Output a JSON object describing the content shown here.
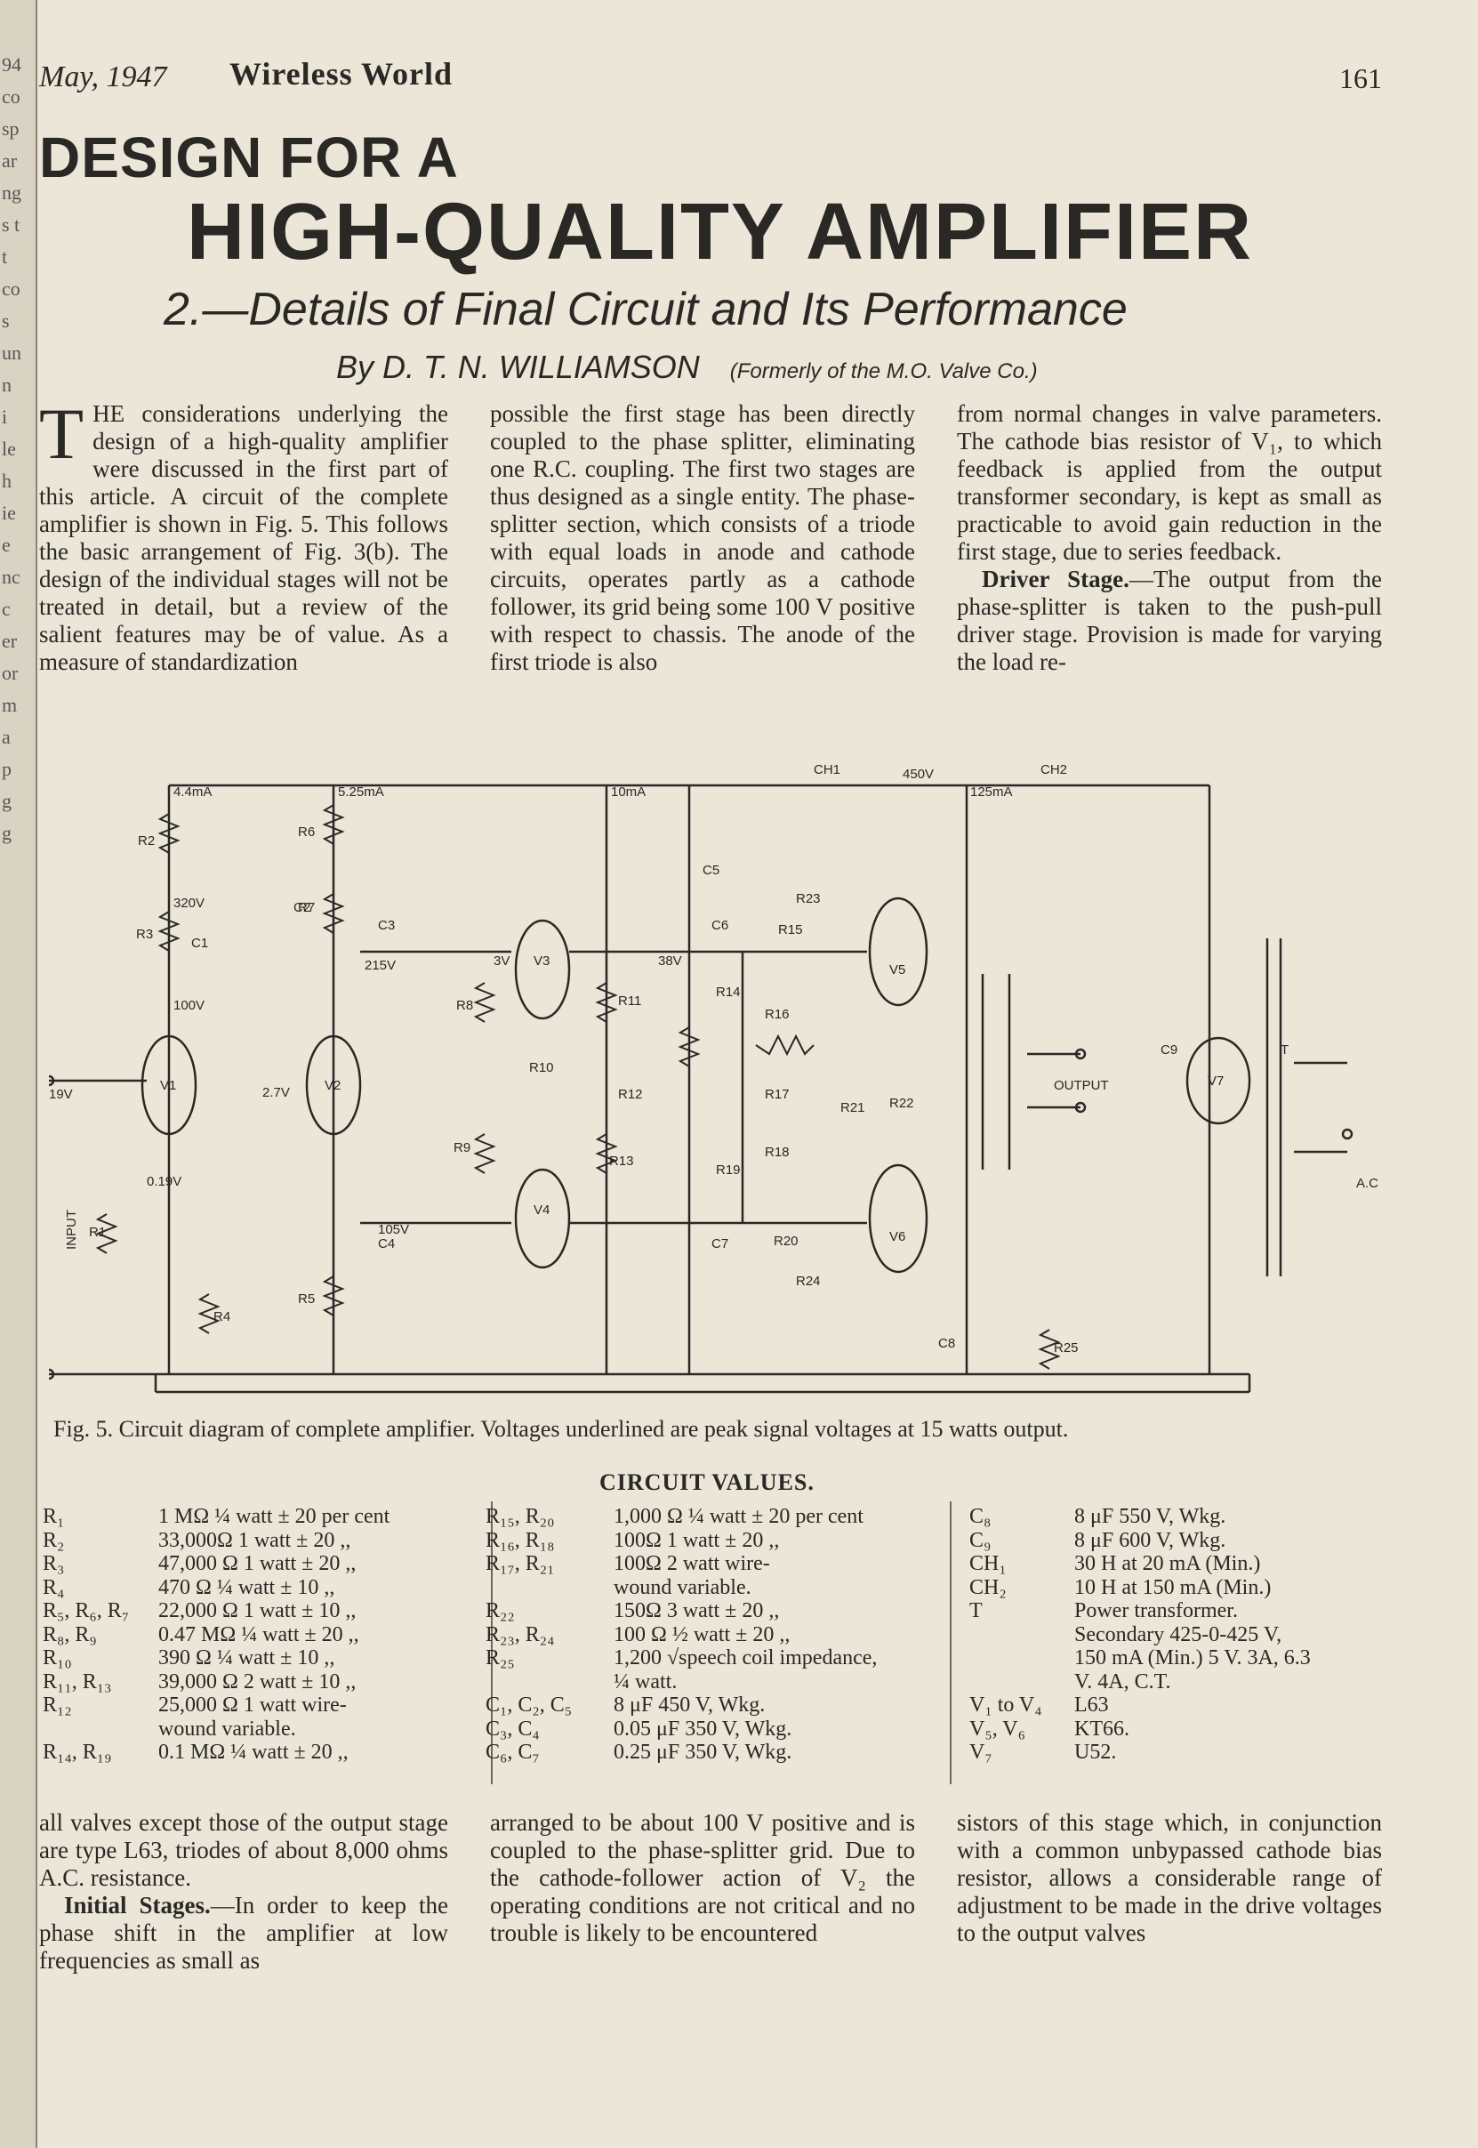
{
  "gutter": [
    "94",
    "co",
    "sp",
    "ar",
    "ng",
    "s t",
    "t",
    "co",
    "s",
    "un",
    "n",
    "i",
    "le",
    "h",
    "ie",
    "e",
    "nc",
    "c",
    "er",
    "or",
    "m",
    "a",
    "p",
    "g",
    "g"
  ],
  "header": {
    "date": "May, 1947",
    "magazine": "Wireless World",
    "page": "161"
  },
  "title": {
    "line1": "DESIGN FOR A",
    "line2": "HIGH-QUALITY AMPLIFIER",
    "subtitle": "2.—Details of Final Circuit and Its Performance",
    "byline": "By D. T. N. WILLIAMSON",
    "affiliation": "(Formerly of the M.O. Valve Co.)"
  },
  "body_top": {
    "col1_dropcap": "T",
    "col1": "HE considerations underlying the design of a high-quality amplifier were discussed in the first part of this article. A circuit of the complete amplifier is shown in Fig. 5. This follows the basic arrangement of Fig. 3(b). The design of the individual stages will not be treated in detail, but a review of the salient features may be of value. As a measure of standardization",
    "col2": "possible the first stage has been directly coupled to the phase splitter, eliminating one R.C. coupling. The first two stages are thus designed as a single entity. The phase-splitter section, which consists of a triode with equal loads in anode and cathode circuits, operates partly as a cathode follower, its grid being some 100 V positive with respect to chassis. The anode of the first triode is also",
    "col3a": "from normal changes in valve parameters. The cathode bias resistor of V₁, to which feedback is applied from the output transformer secondary, is kept as small as practicable to avoid gain reduction in the first stage, due to series feedback.",
    "col3b_head": "Driver Stage.",
    "col3b": "—The output from the phase-splitter is taken to the push-pull driver stage. Provision is made for varying the load re-"
  },
  "figure_labels": {
    "currents": [
      "4.4mA",
      "5.25mA",
      "10mA",
      "125mA"
    ],
    "chokes": [
      "CH1",
      "450V",
      "CH2"
    ],
    "voltages": [
      "320V",
      "215V",
      "100V",
      "19V",
      "2.7V",
      "0.19V",
      "3V",
      "38V",
      "105V"
    ],
    "resistors": [
      "R2",
      "R6",
      "R3",
      "R7",
      "R8",
      "R10",
      "R9",
      "R11",
      "R12",
      "R13",
      "R14",
      "R16",
      "R17",
      "R18",
      "R19",
      "R15",
      "R20",
      "R21",
      "R22",
      "R23",
      "R24",
      "R25",
      "R1",
      "R4",
      "R5"
    ],
    "capacitors": [
      "C5",
      "C2",
      "C3",
      "C1",
      "C6",
      "C4",
      "C7",
      "C8",
      "C9"
    ],
    "valves": [
      "V1",
      "V2",
      "V3",
      "V4",
      "V5",
      "V6",
      "V7"
    ],
    "misc": [
      "OUTPUT",
      "T",
      "A.C",
      "INPUT"
    ]
  },
  "caption": "Fig. 5. Circuit diagram of complete amplifier. Voltages underlined are peak signal voltages at 15 watts output.",
  "circuit_values": {
    "title": "CIRCUIT VALUES.",
    "col1": [
      [
        "R₁",
        "1 MΩ ¼ watt ± 20 per cent"
      ],
      [
        "R₂",
        "33,000Ω 1 watt ± 20 ,,"
      ],
      [
        "R₃",
        "47,000 Ω 1 watt ± 20 ,,"
      ],
      [
        "R₄",
        "470 Ω ¼ watt ± 10 ,,"
      ],
      [
        "R₅, R₆, R₇",
        "22,000 Ω 1 watt ± 10 ,,"
      ],
      [
        "R₈, R₉",
        "0.47 MΩ ¼ watt ± 20 ,,"
      ],
      [
        "R₁₀",
        "390 Ω ¼ watt ± 10 ,,"
      ],
      [
        "R₁₁, R₁₃",
        "39,000 Ω 2 watt ± 10 ,,"
      ],
      [
        "R₁₂",
        "25,000 Ω 1 watt wire-"
      ],
      [
        "",
        "wound variable."
      ],
      [
        "R₁₄, R₁₉",
        "0.1 MΩ ¼ watt ± 20 ,,"
      ]
    ],
    "col2": [
      [
        "R₁₅, R₂₀",
        "1,000 Ω ¼ watt ± 20 per cent"
      ],
      [
        "R₁₆, R₁₈",
        "100Ω 1 watt ± 20 ,,"
      ],
      [
        "R₁₇, R₂₁",
        "100Ω 2 watt wire-"
      ],
      [
        "",
        "wound variable."
      ],
      [
        "R₂₂",
        "150Ω 3 watt ± 20 ,,"
      ],
      [
        "R₂₃, R₂₄",
        "100 Ω ½ watt ± 20 ,,"
      ],
      [
        "R₂₅",
        "1,200 √speech coil impedance,"
      ],
      [
        "",
        "¼ watt."
      ],
      [
        "C₁, C₂, C₅",
        "8 μF 450 V, Wkg."
      ],
      [
        "C₃, C₄",
        "0.05 μF 350 V, Wkg."
      ],
      [
        "C₆, C₇",
        "0.25 μF 350 V, Wkg."
      ]
    ],
    "col3": [
      [
        "C₈",
        "8 μF 550 V, Wkg."
      ],
      [
        "C₉",
        "8 μF 600 V, Wkg."
      ],
      [
        "CH₁",
        "30 H at 20 mA (Min.)"
      ],
      [
        "CH₂",
        "10 H at 150 mA (Min.)"
      ],
      [
        "T",
        "Power transformer."
      ],
      [
        "",
        "Secondary 425-0-425 V,"
      ],
      [
        "",
        "150 mA (Min.) 5 V. 3A, 6.3"
      ],
      [
        "",
        "V. 4A, C.T."
      ],
      [
        "V₁ to V₄",
        "L63"
      ],
      [
        "V₅, V₆",
        "KT66."
      ],
      [
        "V₇",
        "U52."
      ]
    ]
  },
  "body_bottom": {
    "col1a": "all valves except those of the output stage are type L63, triodes of about 8,000 ohms A.C. resistance.",
    "col1b_head": "Initial Stages.",
    "col1b": "—In order to keep the phase shift in the amplifier at low frequencies as small as",
    "col2": "arranged to be about 100 V positive and is coupled to the phase-splitter grid. Due to the cathode-follower action of V₂ the operating conditions are not critical and no trouble is likely to be encountered",
    "col3": "sistors of this stage which, in conjunction with a common unbypassed cathode bias resistor, allows a considerable range of adjustment to be made in the drive voltages to the output valves"
  }
}
